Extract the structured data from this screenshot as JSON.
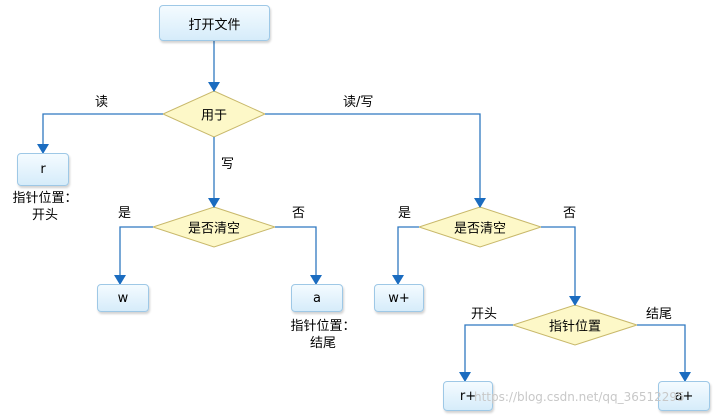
{
  "nodes": {
    "open_file": "打开文件",
    "purpose": "用于",
    "r": "r",
    "clear_1": "是否清空",
    "w": "w",
    "a": "a",
    "clear_2": "是否清空",
    "w_plus": "w+",
    "pointer_pos": "指针位置",
    "r_plus": "r+",
    "a_plus": "a+"
  },
  "edges": {
    "read": "读",
    "read_write": "读/写",
    "write": "写",
    "yes_1": "是",
    "no_1": "否",
    "yes_2": "是",
    "no_2": "否",
    "start": "开头",
    "end": "结尾"
  },
  "notes": {
    "r_line1": "指针位置：",
    "r_line2": "开头",
    "a_line1": "指针位置：",
    "a_line2": "结尾"
  },
  "watermark": "https://blog.csdn.net/qq_36512295",
  "colors": {
    "line": "#2f78c0",
    "arrow": "#1b6cc0",
    "diamond_fill": "#fdf8c8",
    "diamond_stroke": "#c8b86a",
    "box_border": "#9ec8e6"
  }
}
